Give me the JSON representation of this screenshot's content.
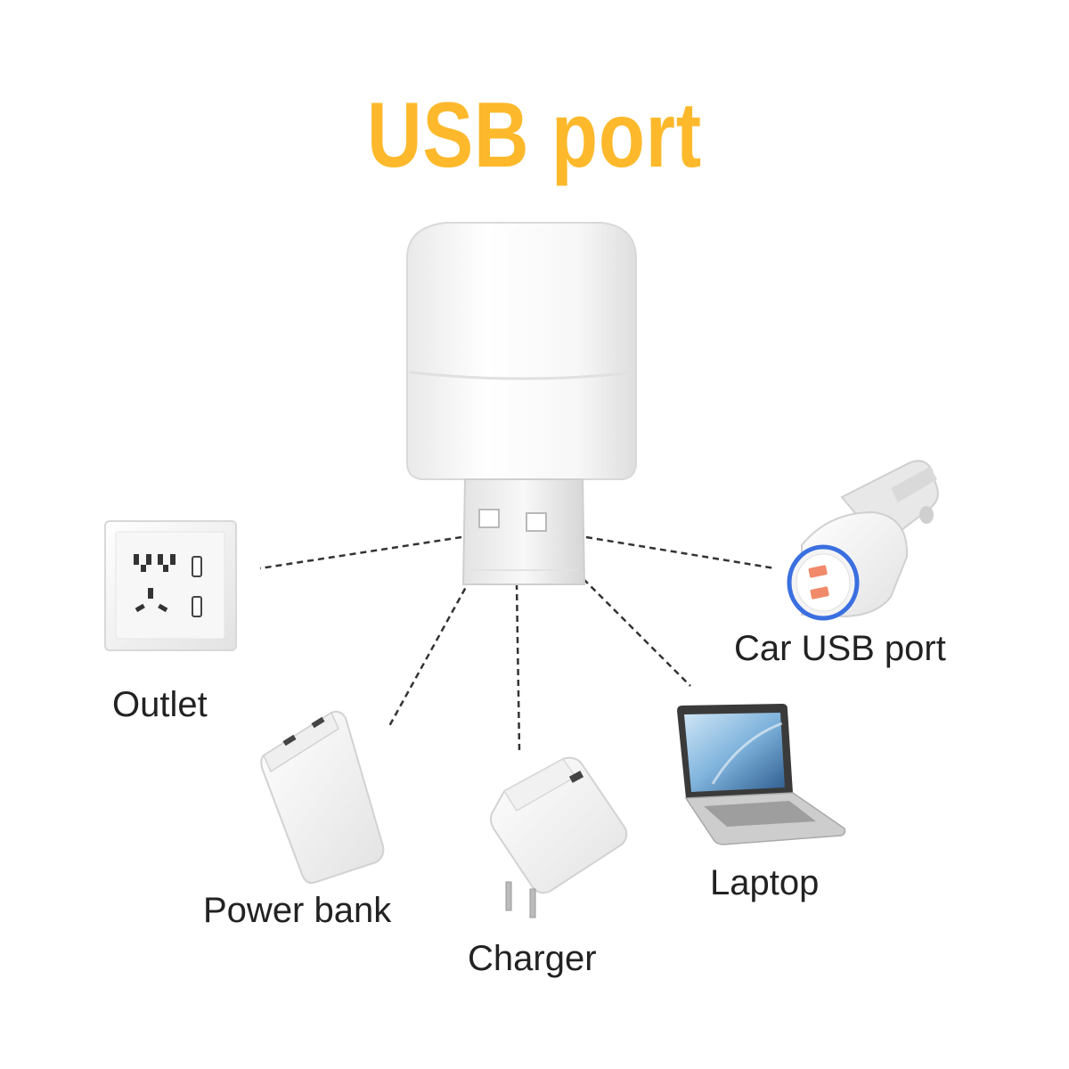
{
  "title": "USB port",
  "labels": {
    "outlet": "Outlet",
    "power_bank": "Power bank",
    "charger": "Charger",
    "laptop": "Laptop",
    "car_usb_port": "Car USB port"
  },
  "colors": {
    "title": "#FDB92B",
    "text": "#222222",
    "connector": "#333333",
    "car_ring": "#3A6FE0",
    "car_port": "#F08A6A"
  },
  "icons": [
    "usb-lamp-icon",
    "wall-outlet-icon",
    "power-bank-icon",
    "charger-icon",
    "laptop-icon",
    "car-charger-icon"
  ]
}
